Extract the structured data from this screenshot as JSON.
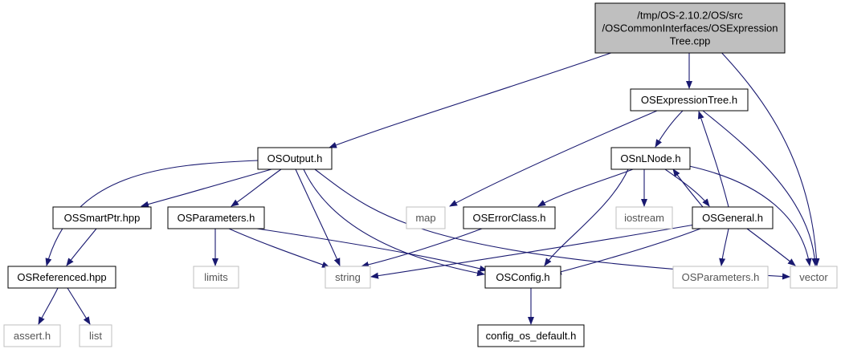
{
  "diagram": {
    "type": "include-dependency-graph",
    "colors": {
      "edge": "#191970",
      "root_fill": "#bfbfbf",
      "node_border": "#000000",
      "missing_border": "#bfbfbf",
      "missing_text": "#555555"
    },
    "nodes": [
      {
        "id": "root",
        "lines": [
          "/tmp/OS-2.10.2/OS/src",
          "/OSCommonInterfaces/OSExpression",
          "Tree.cpp"
        ],
        "style": "root"
      },
      {
        "id": "osexpressiontree_h",
        "lines": [
          "OSExpressionTree.h"
        ],
        "style": "normal"
      },
      {
        "id": "osoutput_h",
        "lines": [
          "OSOutput.h"
        ],
        "style": "normal"
      },
      {
        "id": "osnlnode_h",
        "lines": [
          "OSnLNode.h"
        ],
        "style": "normal"
      },
      {
        "id": "ossmartptr_hpp",
        "lines": [
          "OSSmartPtr.hpp"
        ],
        "style": "normal"
      },
      {
        "id": "osparameters_h",
        "lines": [
          "OSParameters.h"
        ],
        "style": "normal"
      },
      {
        "id": "map",
        "lines": [
          "map"
        ],
        "style": "missing"
      },
      {
        "id": "oserrorclass_h",
        "lines": [
          "OSErrorClass.h"
        ],
        "style": "normal"
      },
      {
        "id": "iostream",
        "lines": [
          "iostream"
        ],
        "style": "missing"
      },
      {
        "id": "osgeneral_h",
        "lines": [
          "OSGeneral.h"
        ],
        "style": "normal"
      },
      {
        "id": "osreferenced_hpp",
        "lines": [
          "OSReferenced.hpp"
        ],
        "style": "normal"
      },
      {
        "id": "limits",
        "lines": [
          "limits"
        ],
        "style": "missing"
      },
      {
        "id": "string",
        "lines": [
          "string"
        ],
        "style": "missing"
      },
      {
        "id": "osconfig_h",
        "lines": [
          "OSConfig.h"
        ],
        "style": "normal"
      },
      {
        "id": "osparameters_h_missing",
        "lines": [
          "OSParameters.h"
        ],
        "style": "missing"
      },
      {
        "id": "vector",
        "lines": [
          "vector"
        ],
        "style": "missing"
      },
      {
        "id": "assert_h",
        "lines": [
          "assert.h"
        ],
        "style": "missing"
      },
      {
        "id": "list",
        "lines": [
          "list"
        ],
        "style": "missing"
      },
      {
        "id": "config_os_default_h",
        "lines": [
          "config_os_default.h"
        ],
        "style": "normal"
      }
    ],
    "edges": [
      {
        "from": "root",
        "to": "osexpressiontree_h"
      },
      {
        "from": "root",
        "to": "osoutput_h"
      },
      {
        "from": "root",
        "to": "vector"
      },
      {
        "from": "osexpressiontree_h",
        "to": "map"
      },
      {
        "from": "osexpressiontree_h",
        "to": "osnlnode_h"
      },
      {
        "from": "osexpressiontree_h",
        "to": "vector"
      },
      {
        "from": "osoutput_h",
        "to": "osreferenced_hpp"
      },
      {
        "from": "osoutput_h",
        "to": "ossmartptr_hpp"
      },
      {
        "from": "osoutput_h",
        "to": "osparameters_h"
      },
      {
        "from": "osoutput_h",
        "to": "string"
      },
      {
        "from": "osoutput_h",
        "to": "osconfig_h"
      },
      {
        "from": "osoutput_h",
        "to": "vector"
      },
      {
        "from": "osnlnode_h",
        "to": "oserrorclass_h"
      },
      {
        "from": "osnlnode_h",
        "to": "iostream"
      },
      {
        "from": "osnlnode_h",
        "to": "osgeneral_h"
      },
      {
        "from": "osnlnode_h",
        "to": "osconfig_h"
      },
      {
        "from": "osnlnode_h",
        "to": "vector"
      },
      {
        "from": "osgeneral_h",
        "to": "osexpressiontree_h"
      },
      {
        "from": "osgeneral_h",
        "to": "osnlnode_h"
      },
      {
        "from": "osgeneral_h",
        "to": "string"
      },
      {
        "from": "osgeneral_h",
        "to": "osconfig_h"
      },
      {
        "from": "osgeneral_h",
        "to": "osparameters_h_missing"
      },
      {
        "from": "osgeneral_h",
        "to": "vector"
      },
      {
        "from": "ossmartptr_hpp",
        "to": "osreferenced_hpp"
      },
      {
        "from": "osparameters_h",
        "to": "limits"
      },
      {
        "from": "osparameters_h",
        "to": "string"
      },
      {
        "from": "osparameters_h",
        "to": "osconfig_h"
      },
      {
        "from": "oserrorclass_h",
        "to": "string"
      },
      {
        "from": "osreferenced_hpp",
        "to": "assert_h"
      },
      {
        "from": "osreferenced_hpp",
        "to": "list"
      },
      {
        "from": "osconfig_h",
        "to": "config_os_default_h"
      }
    ]
  }
}
